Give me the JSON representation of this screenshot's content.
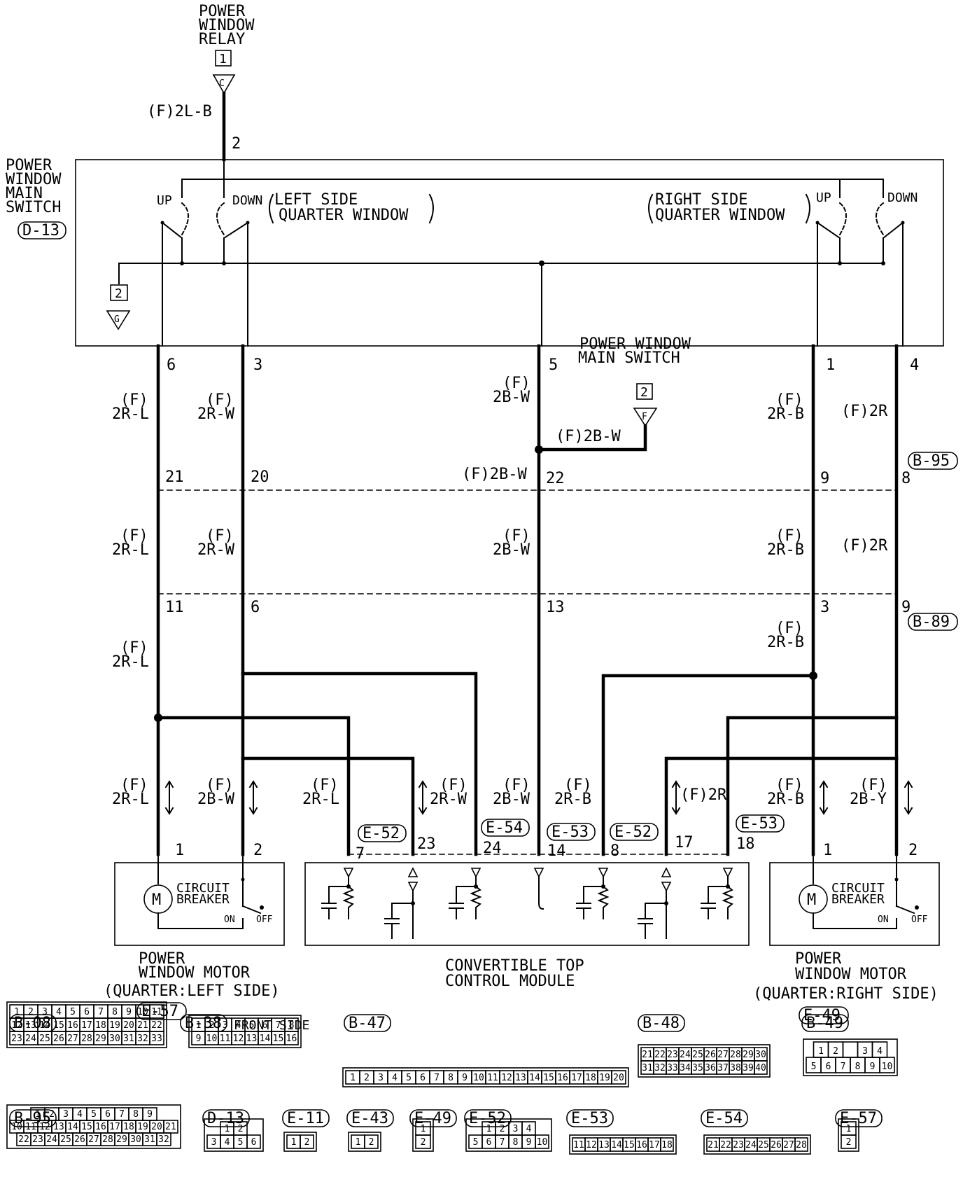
{
  "relay": {
    "title_l1": "POWER",
    "title_l2": "WINDOW",
    "title_l3": "RELAY",
    "connector_num": "1",
    "connector_letter": "C",
    "wire": "(F)2L-B",
    "pin": "2"
  },
  "main_switch": {
    "title_l1": "POWER",
    "title_l2": "WINDOW",
    "title_l3": "MAIN",
    "title_l4": "SWITCH",
    "connector": "D-13",
    "up": "UP",
    "down": "DOWN",
    "left_l1": "LEFT SIDE",
    "left_l2": "QUARTER WINDOW",
    "right_l1": "RIGHT SIDE",
    "right_l2": "QUARTER WINDOW",
    "ground_num": "2",
    "ground_letter": "G",
    "pins": {
      "p6": "6",
      "p3": "3",
      "p5": "5",
      "p1": "1",
      "p4": "4"
    }
  },
  "main_switch_ref": {
    "title_l1": "POWER WINDOW",
    "title_l2": "MAIN SWITCH",
    "num": "2",
    "letter": "F",
    "wire": "(F)2B-W"
  },
  "wires": {
    "w_2rl_a": "(F)",
    "w_2rl_b": "2R-L",
    "w_2rw_a": "(F)",
    "w_2rw_b": "2R-W",
    "w_2bw_a": "(F)",
    "w_2bw_b": "2B-W",
    "w_2rb_a": "(F)",
    "w_2rb_b": "2R-B",
    "w_2r": "(F)2R",
    "w_2bw_22": "(F)2B-W",
    "w_2by_a": "(F)",
    "w_2by_b": "2B-Y"
  },
  "junction1": {
    "connector": "B-95",
    "pins": {
      "a": "21",
      "b": "20",
      "c": "22",
      "d": "9",
      "e": "8"
    }
  },
  "junction2": {
    "connector": "B-89",
    "pins": {
      "a": "11",
      "b": "6",
      "c": "13",
      "d": "3",
      "e": "9"
    }
  },
  "left_motor": {
    "circuit_l1": "CIRCUIT",
    "circuit_l2": "BREAKER",
    "on": "ON",
    "off": "OFF",
    "motor": "M",
    "pin1": "1",
    "pin2": "2",
    "title_l1": "POWER",
    "title_l2": "WINDOW MOTOR",
    "title_l3": "(QUARTER:LEFT SIDE)",
    "connector": "E-57"
  },
  "right_motor": {
    "circuit_l1": "CIRCUIT",
    "circuit_l2": "BREAKER",
    "on": "ON",
    "off": "OFF",
    "motor": "M",
    "pin1": "1",
    "pin2": "2",
    "title_l1": "POWER",
    "title_l2": "WINDOW MOTOR",
    "title_l3": "(QUARTER:RIGHT SIDE)",
    "connector": "E-49"
  },
  "module": {
    "title_l1": "CONVERTIBLE TOP",
    "title_l2": "CONTROL MODULE",
    "c_e52a": "E-52",
    "c_e54": "E-54",
    "c_e53a": "E-53",
    "c_e52b": "E-52",
    "c_e53b": "E-53",
    "pins": {
      "p7": "7",
      "p23": "23",
      "p24": "24",
      "p14": "14",
      "p8": "8",
      "p17": "17",
      "p18": "18"
    }
  },
  "connectors": {
    "b08": {
      "name": "B-08",
      "row1": [
        "1",
        "2",
        "3",
        "4",
        "5",
        "6",
        "7",
        "8",
        "9",
        "10",
        "11"
      ],
      "row2": [
        "12",
        "13",
        "14",
        "15",
        "16",
        "17",
        "18",
        "19",
        "20",
        "21",
        "22"
      ],
      "row3": [
        "23",
        "24",
        "25",
        "26",
        "27",
        "28",
        "29",
        "30",
        "31",
        "32",
        "33"
      ]
    },
    "b38": {
      "name": "B-38",
      "note": "FRONT SIDE",
      "row1": [
        "1",
        "2",
        "3",
        "4",
        "5",
        "6",
        "7",
        "8"
      ],
      "row2": [
        "9",
        "10",
        "11",
        "12",
        "13",
        "14",
        "15",
        "16"
      ]
    },
    "b47": {
      "name": "B-47",
      "row1": [
        "1",
        "2",
        "3",
        "4",
        "5",
        "6",
        "7",
        "8",
        "9",
        "10",
        "11",
        "12",
        "13",
        "14",
        "15",
        "16",
        "17",
        "18",
        "19",
        "20"
      ]
    },
    "b48": {
      "name": "B-48",
      "row1": [
        "21",
        "22",
        "23",
        "24",
        "25",
        "26",
        "27",
        "28",
        "29",
        "30"
      ],
      "row2": [
        "31",
        "32",
        "33",
        "34",
        "35",
        "36",
        "37",
        "38",
        "39",
        "40"
      ]
    },
    "b49": {
      "name": "B-49",
      "row1": [
        "1",
        "2",
        "",
        "3",
        "4"
      ],
      "row2": [
        "5",
        "6",
        "7",
        "8",
        "9",
        "10"
      ]
    },
    "b95": {
      "name": "B-95",
      "row1": [
        "1",
        "2",
        "3",
        "4",
        "5",
        "6",
        "7",
        "8",
        "9"
      ],
      "row2": [
        "10",
        "11",
        "12",
        "13",
        "14",
        "15",
        "16",
        "17",
        "18",
        "19",
        "20",
        "21"
      ],
      "row3": [
        "22",
        "23",
        "24",
        "25",
        "26",
        "27",
        "28",
        "29",
        "30",
        "31",
        "32"
      ]
    },
    "d13": {
      "name": "D-13",
      "row1": [
        "1",
        "2"
      ],
      "row2": [
        "3",
        "4",
        "5",
        "6"
      ]
    },
    "e11": {
      "name": "E-11",
      "row1": [
        "1",
        "2"
      ]
    },
    "e43": {
      "name": "E-43",
      "row1": [
        "1",
        "2"
      ]
    },
    "e49": {
      "name": "E-49",
      "row1": [
        "1"
      ],
      "row2": [
        "2"
      ]
    },
    "e52": {
      "name": "E-52",
      "row1": [
        "1",
        "2",
        "3",
        "4"
      ],
      "row2": [
        "5",
        "6",
        "7",
        "8",
        "9",
        "10"
      ]
    },
    "e53": {
      "name": "E-53",
      "row1": [
        "11",
        "12",
        "13",
        "14",
        "15",
        "16",
        "17",
        "18"
      ]
    },
    "e54": {
      "name": "E-54",
      "row1": [
        "21",
        "22",
        "23",
        "24",
        "25",
        "26",
        "27",
        "28"
      ]
    },
    "e57": {
      "name": "E-57",
      "row1": [
        "1"
      ],
      "row2": [
        "2"
      ]
    }
  }
}
